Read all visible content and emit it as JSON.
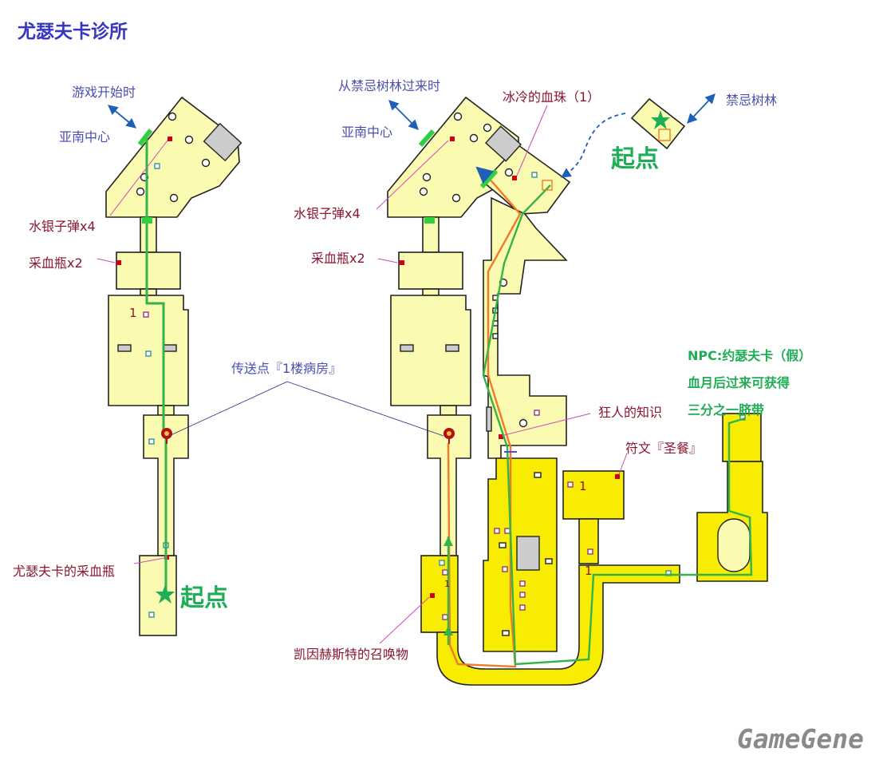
{
  "title": "尤瑟夫卡诊所",
  "watermark": "GameGene",
  "left_map": {
    "label_game_start": "游戏开始时",
    "label_yanan_center": "亚南中心",
    "label_mercury_bullets": "水银子弹x4",
    "label_blood_vials": "采血瓶x2",
    "label_yusufka_vial": "尤瑟夫卡的采血瓶",
    "label_start": "起点",
    "room_number": "1"
  },
  "teleport_label": "传送点『1楼病房』",
  "right_map": {
    "label_from_forest": "从禁忌树林过来时",
    "label_yanan_center": "亚南中心",
    "label_cold_blood_gem": "冰冷的血珠（1）",
    "label_forbidden_woods": "禁忌树林",
    "label_start": "起点",
    "label_mercury_bullets": "水银子弹x4",
    "label_blood_vials": "采血瓶x2",
    "label_madman_knowledge": "狂人的知识",
    "label_rune": "符文『圣餐』",
    "label_npc_line1": "NPC:约瑟夫卡（假）",
    "label_npc_line2": "血月后过来可获得",
    "label_npc_line3": "三分之一脐带",
    "label_kainhurst_summons": "凯因赫斯特的召唤物",
    "room_number_a": "1",
    "room_number_b": "1",
    "room_number_c": "1"
  },
  "colors": {
    "floor_pale": "#fafab0",
    "floor_bright": "#f8ec00",
    "outline": "#222222",
    "path_green": "#32b44a",
    "path_orange": "#f07a28",
    "item_red": "#d0001c",
    "label_blue": "#4a4fb0",
    "label_red": "#8a1530",
    "label_green": "#1fae55"
  }
}
